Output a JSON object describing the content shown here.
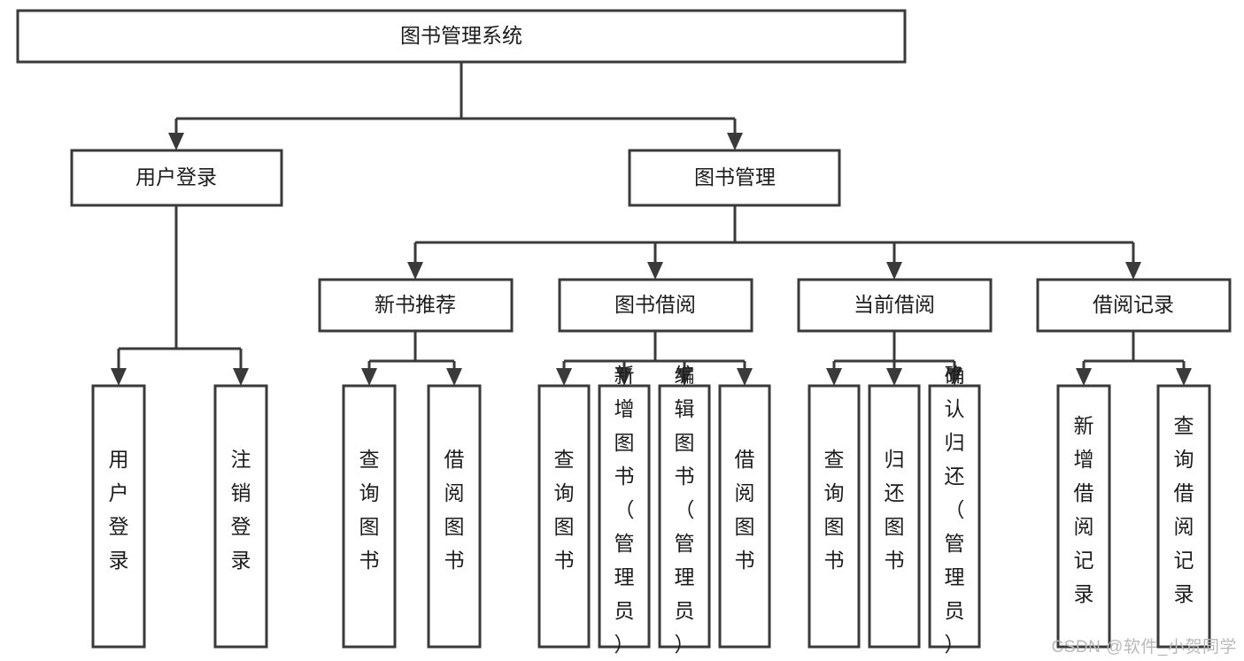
{
  "diagram": {
    "type": "tree-hierarchy",
    "title": "图书管理系统",
    "watermark": "CSDN @软件_小贺同学",
    "colors": {
      "stroke": "#3a3a3a",
      "fill": "#ffffff",
      "text": "#1c1c1c",
      "background": "#ffffff",
      "watermark": "#b9b9b9"
    },
    "levels": [
      {
        "level": 1,
        "nodes": [
          {
            "id": "root",
            "label": "图书管理系统",
            "orientation": "horizontal"
          }
        ]
      },
      {
        "level": 2,
        "nodes": [
          {
            "id": "login",
            "label": "用户登录",
            "orientation": "horizontal",
            "parent": "root"
          },
          {
            "id": "bookmgmt",
            "label": "图书管理",
            "orientation": "horizontal",
            "parent": "root"
          }
        ]
      },
      {
        "level": 3,
        "nodes": [
          {
            "id": "newbook",
            "label": "新书推荐",
            "orientation": "horizontal",
            "parent": "bookmgmt"
          },
          {
            "id": "borrow",
            "label": "图书借阅",
            "orientation": "horizontal",
            "parent": "bookmgmt"
          },
          {
            "id": "current",
            "label": "当前借阅",
            "orientation": "horizontal",
            "parent": "bookmgmt"
          },
          {
            "id": "records",
            "label": "借阅记录",
            "orientation": "horizontal",
            "parent": "bookmgmt"
          }
        ]
      },
      {
        "level": 4,
        "nodes": [
          {
            "id": "leaf-1",
            "label": "用户登录",
            "orientation": "vertical",
            "parent": "login"
          },
          {
            "id": "leaf-2",
            "label": "注销登录",
            "orientation": "vertical",
            "parent": "login"
          },
          {
            "id": "leaf-3",
            "label": "查询图书",
            "orientation": "vertical",
            "parent": "newbook"
          },
          {
            "id": "leaf-4",
            "label": "借阅图书",
            "orientation": "vertical",
            "parent": "newbook"
          },
          {
            "id": "leaf-5",
            "label": "查询图书",
            "orientation": "vertical",
            "parent": "borrow"
          },
          {
            "id": "leaf-6",
            "label": "新增图书（管理员）",
            "orientation": "vertical",
            "parent": "borrow"
          },
          {
            "id": "leaf-7",
            "label": "编辑图书（管理员）",
            "orientation": "vertical",
            "parent": "borrow"
          },
          {
            "id": "leaf-8",
            "label": "借阅图书",
            "orientation": "vertical",
            "parent": "borrow"
          },
          {
            "id": "leaf-9",
            "label": "查询图书",
            "orientation": "vertical",
            "parent": "current"
          },
          {
            "id": "leaf-10",
            "label": "归还图书",
            "orientation": "vertical",
            "parent": "current"
          },
          {
            "id": "leaf-11",
            "label": "确认归还（管理员）",
            "orientation": "vertical",
            "parent": "current"
          },
          {
            "id": "leaf-12",
            "label": "新增借阅记录",
            "orientation": "vertical",
            "parent": "records"
          },
          {
            "id": "leaf-13",
            "label": "查询借阅记录",
            "orientation": "vertical",
            "parent": "records"
          }
        ]
      }
    ]
  }
}
